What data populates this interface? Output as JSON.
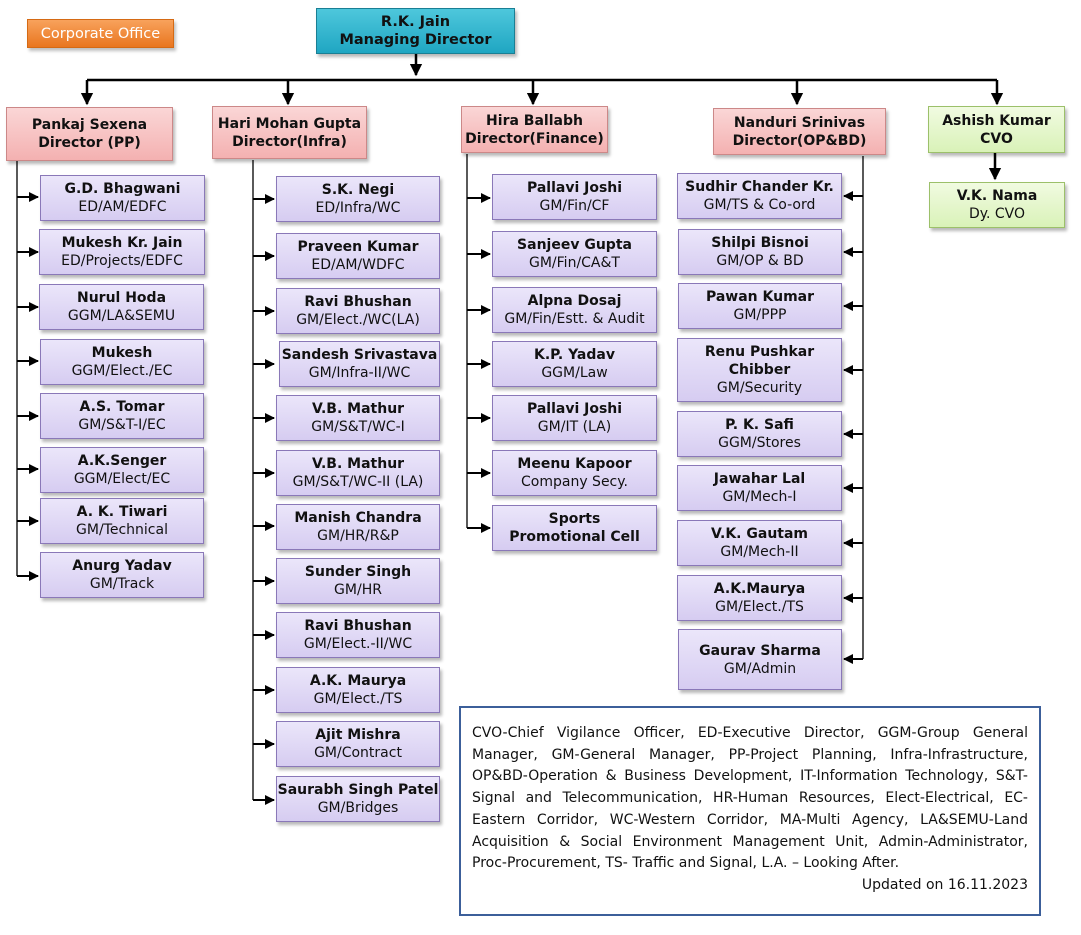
{
  "corporate_office_label": "Corporate Office",
  "managing_director": {
    "name": "R.K. Jain",
    "role": "Managing Director"
  },
  "directors": [
    {
      "name": "Pankaj Sexena",
      "role": "Director (PP)",
      "staff": [
        {
          "name": "G.D. Bhagwani",
          "role": "ED/AM/EDFC"
        },
        {
          "name": "Mukesh Kr. Jain",
          "role": "ED/Projects/EDFC"
        },
        {
          "name": "Nurul Hoda",
          "role": "GGM/LA&SEMU"
        },
        {
          "name": "Mukesh",
          "role": "GGM/Elect./EC"
        },
        {
          "name": "A.S. Tomar",
          "role": "GM/S&T-I/EC"
        },
        {
          "name": "A.K.Senger",
          "role": "GGM/Elect/EC"
        },
        {
          "name": "A. K. Tiwari",
          "role": "GM/Technical"
        },
        {
          "name": "Anurg Yadav",
          "role": "GM/Track"
        }
      ]
    },
    {
      "name": "Hari Mohan Gupta",
      "role": "Director(Infra)",
      "staff": [
        {
          "name": "S.K. Negi",
          "role": "ED/Infra/WC"
        },
        {
          "name": "Praveen Kumar",
          "role": "ED/AM/WDFC"
        },
        {
          "name": "Ravi Bhushan",
          "role": "GM/Elect./WC(LA)"
        },
        {
          "name": "Sandesh Srivastava",
          "role": "GM/Infra-II/WC"
        },
        {
          "name": "V.B. Mathur",
          "role": "GM/S&T/WC-I"
        },
        {
          "name": "V.B. Mathur",
          "role": "GM/S&T/WC-II (LA)"
        },
        {
          "name": "Manish Chandra",
          "role": "GM/HR/R&P"
        },
        {
          "name": "Sunder Singh",
          "role": "GM/HR"
        },
        {
          "name": "Ravi Bhushan",
          "role": "GM/Elect.-II/WC"
        },
        {
          "name": "A.K. Maurya",
          "role": "GM/Elect./TS"
        },
        {
          "name": "Ajit Mishra",
          "role": "GM/Contract"
        },
        {
          "name": "Saurabh Singh Patel",
          "role": "GM/Bridges"
        }
      ]
    },
    {
      "name": "Hira Ballabh",
      "role": "Director(Finance)",
      "staff": [
        {
          "name": "Pallavi Joshi",
          "role": "GM/Fin/CF"
        },
        {
          "name": "Sanjeev Gupta",
          "role": "GM/Fin/CA&T"
        },
        {
          "name": "Alpna Dosaj",
          "role": "GM/Fin/Estt. & Audit"
        },
        {
          "name": "K.P. Yadav",
          "role": "GGM/Law"
        },
        {
          "name": "Pallavi Joshi",
          "role": "GM/IT (LA)"
        },
        {
          "name": "Meenu Kapoor",
          "role": "Company Secy."
        },
        {
          "name": "Sports",
          "role": "Promotional Cell"
        }
      ]
    },
    {
      "name": "Nanduri Srinivas",
      "role": "Director(OP&BD)",
      "staff": [
        {
          "name": "Sudhir Chander Kr.",
          "role": "GM/TS & Co-ord"
        },
        {
          "name": "Shilpi Bisnoi",
          "role": "GM/OP & BD"
        },
        {
          "name": "Pawan Kumar",
          "role": "GM/PPP"
        },
        {
          "name": "Renu Pushkar Chibber",
          "role": "GM/Security"
        },
        {
          "name": "P. K. Safi",
          "role": "GGM/Stores"
        },
        {
          "name": "Jawahar Lal",
          "role": "GM/Mech-I"
        },
        {
          "name": "V.K. Gautam",
          "role": "GM/Mech-II"
        },
        {
          "name": "A.K.Maurya",
          "role": "GM/Elect./TS"
        },
        {
          "name": "Gaurav Sharma",
          "role": "GM/Admin"
        }
      ]
    },
    {
      "name": "Ashish Kumar",
      "role": "CVO",
      "staff": [
        {
          "name": "V.K. Nama",
          "role": "Dy. CVO"
        }
      ]
    }
  ],
  "legend": {
    "text": "CVO-Chief Vigilance Officer, ED-Executive Director, GGM-Group General Manager, GM-General Manager, PP-Project Planning, Infra-Infrastructure, OP&BD-Operation & Business Development, IT-Information Technology, S&T-Signal and Telecommunication, HR-Human Resources, Elect-Electrical, EC-Eastern Corridor, WC-Western Corridor, MA-Multi Agency, LA&SEMU-Land Acquisition & Social Environment Management Unit, Admin-Administrator, Proc-Procurement, TS- Traffic and Signal, L.A. – Looking After.",
    "updated": "Updated on 16.11.2023"
  }
}
